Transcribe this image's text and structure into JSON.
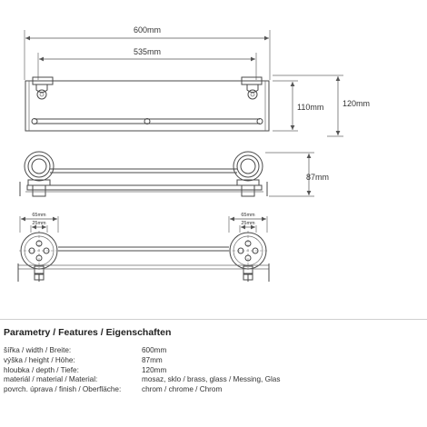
{
  "dimensions": {
    "overall_width": "600mm",
    "inner_width": "535mm",
    "shelf_height": "110mm",
    "total_depth": "120mm",
    "front_height": "87mm",
    "rosette_outer": "65mm",
    "rosette_inner": "25mm"
  },
  "specs": {
    "heading": "Parametry / Features / Eigenschaften",
    "rows": [
      {
        "label": "šířka / width / Breite:",
        "value": "600mm"
      },
      {
        "label": "výška / height / Höhe:",
        "value": "87mm"
      },
      {
        "label": "hloubka / depth / Tiefe:",
        "value": "120mm"
      },
      {
        "label": "materiál / material / Material:",
        "value": "mosaz, sklo / brass, glass / Messing, Glas"
      },
      {
        "label": "povrch. úprava / finish / Oberfläche:",
        "value": "chrom / chrome / Chrom"
      }
    ]
  }
}
